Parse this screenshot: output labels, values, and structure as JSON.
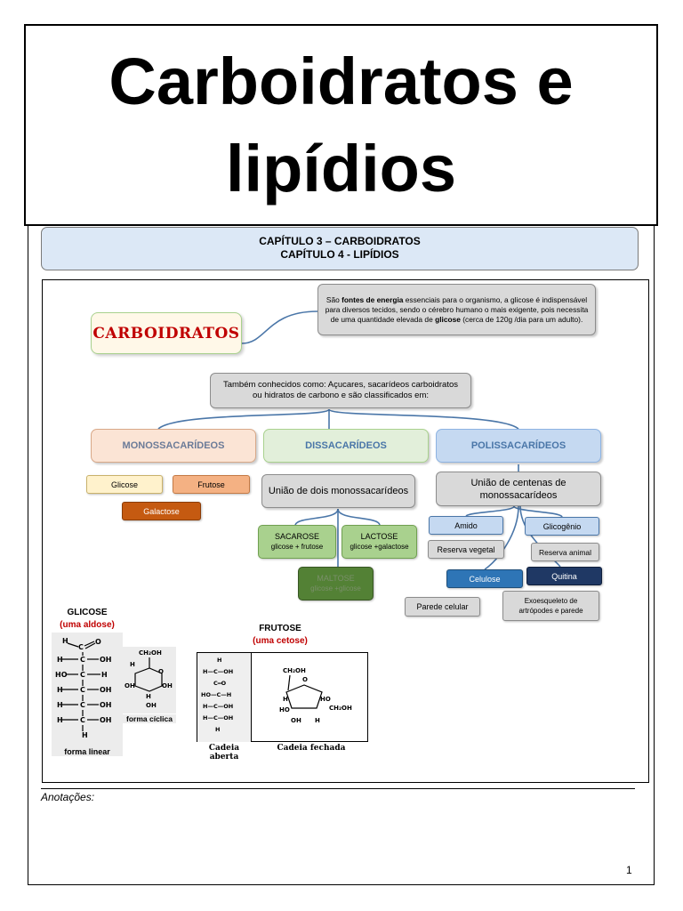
{
  "title": {
    "line1": "Carboidratos e",
    "line2": "lipídios"
  },
  "chapters": {
    "line1": "CAPÍTULO 3 – CARBOIDRATOS",
    "line2": "CAPÍTULO 4 - LIPÍDIOS"
  },
  "concept_map": {
    "main_title": "CARBOIDRATOS",
    "energy_note": {
      "pre": "São ",
      "bold1": "fontes de energia",
      "mid": " essenciais para o organismo, a glicose é indispensável para diversos tecidos, sendo o cérebro humano o mais exigente, pois necessita de uma quantidade elevada de ",
      "bold2": "glicose",
      "post": " (cerca de 120g /dia para um adulto)."
    },
    "also_known": "Também conhecidos como: Açucares, sacarídeos carboidratos ou hidratos de carbono e são classificados em:",
    "categories": {
      "mono": "MONOSSACARÍDEOS",
      "di": "DISSACARÍDEOS",
      "poli": "POLISSACARÍDEOS"
    },
    "mono_items": {
      "glicose": "Glicose",
      "frutose": "Frutose",
      "galactose": "Galactose"
    },
    "di_union": "União de dois monossacarídeos",
    "sacarose": {
      "name": "SACAROSE",
      "desc": "glicose + frutose"
    },
    "lactose": {
      "name": "LACTOSE",
      "desc": "glicose +galactose"
    },
    "maltose": {
      "name": "MALTOSE",
      "desc": "glicose +glicose"
    },
    "poli_union": "União de centenas de monossacarídeos",
    "amido": "Amido",
    "glicogenio": "Glicogênio",
    "reserva_vegetal": "Reserva vegetal",
    "reserva_animal": "Reserva animal",
    "celulose": "Celulose",
    "quitina": "Quitina",
    "parede_celular": "Parede celular",
    "exoesqueleto": "Exoesqueleto de artrópodes e parede"
  },
  "structures": {
    "glicose_title": "GLICOSE",
    "glicose_type": "(uma aldose)",
    "forma_linear": "forma linear",
    "forma_ciclica": "forma cíclica",
    "frutose_title": "FRUTOSE",
    "frutose_type": "(uma cetose)",
    "cadeia_aberta": "Cadeia aberta",
    "cadeia_fechada": "Cadeia fechada"
  },
  "colors": {
    "title_red": "#c00000",
    "mono_fill": "#fbe4d5",
    "di_fill": "#e2efda",
    "poli_fill": "#c5d9f1",
    "connector_blue": "#4a76a8",
    "galactose_fill": "#c55a11",
    "maltose_fill": "#538135",
    "celulose_fill": "#2e75b6",
    "quitina_fill": "#1f3864"
  },
  "annotations_label": "Anotações:",
  "page_number": "1"
}
